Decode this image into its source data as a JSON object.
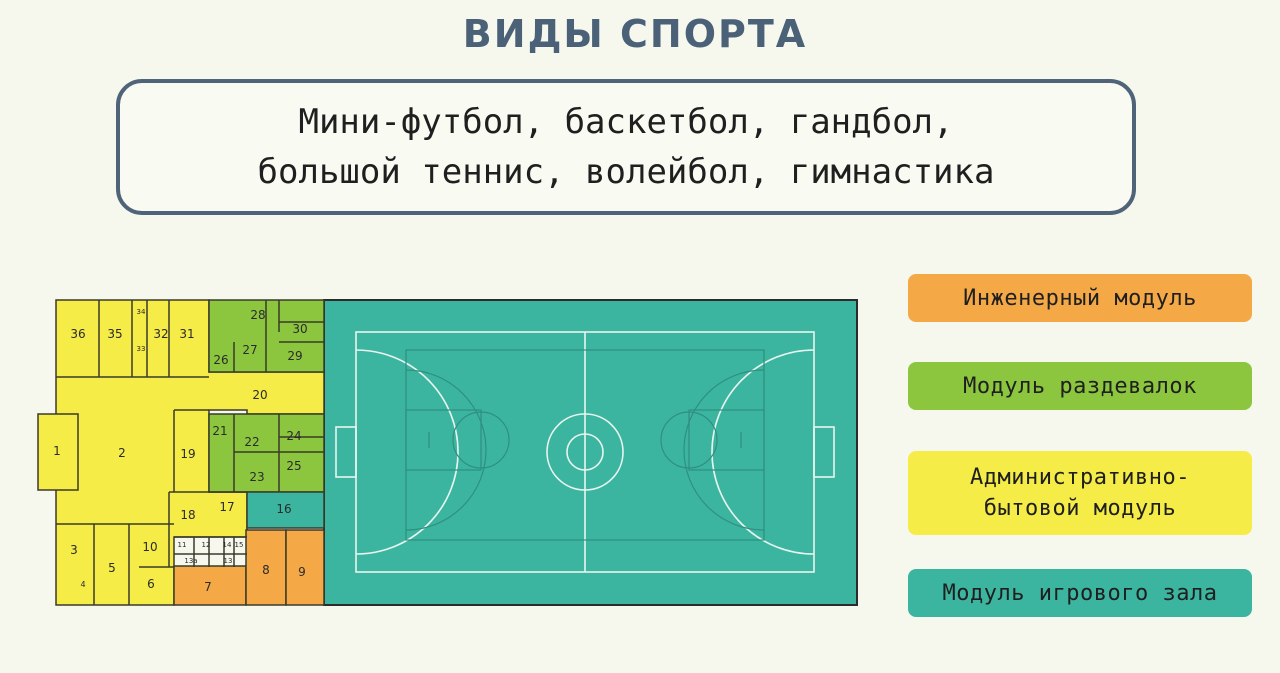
{
  "title": "ВИДЫ СПОРТА",
  "sports": {
    "line1": "Мини-футбол, баскетбол, гандбол,",
    "line2": "большой теннис, волейбол, гимнастика"
  },
  "colors": {
    "engineering": "#f5a846",
    "changing": "#8cc63f",
    "admin": "#f5ec47",
    "hall": "#3cb5a0",
    "title": "#4a6178",
    "background": "#f6f8ee"
  },
  "legend": [
    {
      "label": "Инженерный модуль"
    },
    {
      "label": "Модуль раздевалок"
    },
    {
      "label": "Административно-",
      "label2": "бытовой модуль"
    },
    {
      "label": "Модуль игрового зала"
    }
  ],
  "rooms": {
    "r1": "1",
    "r2": "2",
    "r3": "3",
    "r4": "4",
    "r5": "5",
    "r6": "6",
    "r7": "7",
    "r8": "8",
    "r9": "9",
    "r10": "10",
    "r11": "11",
    "r12": "12",
    "r13": "13",
    "r13a": "13а",
    "r14": "14",
    "r15": "15",
    "r16": "16",
    "r17": "17",
    "r18": "18",
    "r19": "19",
    "r20": "20",
    "r21": "21",
    "r22": "22",
    "r23": "23",
    "r24": "24",
    "r25": "25",
    "r26": "26",
    "r27": "27",
    "r28": "28",
    "r29": "29",
    "r30": "30",
    "r31": "31",
    "r32": "32",
    "r33": "33",
    "r34": "34",
    "r35": "35",
    "r36": "36"
  }
}
